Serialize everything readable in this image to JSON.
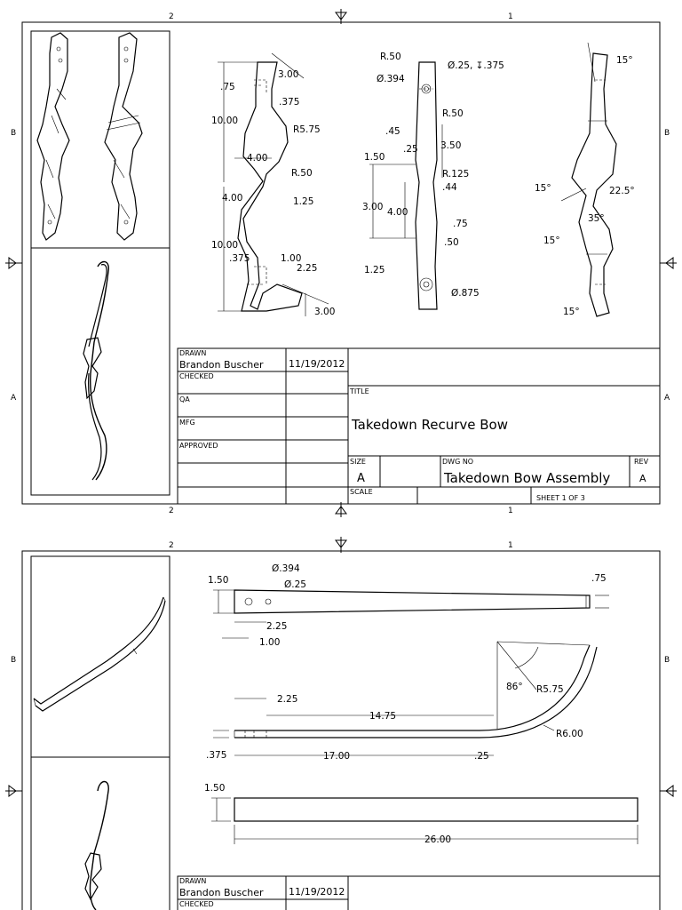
{
  "zones": {
    "col2": "2",
    "col1": "1",
    "rowB": "B",
    "rowA": "A"
  },
  "sheet1": {
    "title_block": {
      "drawn_label": "DRAWN",
      "drawn_name": "Brandon Buscher",
      "drawn_date": "11/19/2012",
      "checked_label": "CHECKED",
      "qa_label": "QA",
      "mfg_label": "MFG",
      "approved_label": "APPROVED",
      "title_label": "TITLE",
      "title": "Takedown Recurve Bow",
      "size_label": "SIZE",
      "size": "A",
      "dwgno_label": "DWG NO",
      "dwgno": "Takedown Bow Assembly",
      "rev_label": "REV",
      "rev": "A",
      "scale_label": "SCALE",
      "sheet": "SHEET 1  OF 3"
    },
    "dims_side": [
      "3.00",
      ".75",
      ".375",
      "10.00",
      "R5.75",
      "4.00",
      "R.50",
      "4.00",
      "1.25",
      "10.00",
      ".375",
      "1.00",
      "2.25",
      "3.00"
    ],
    "dims_front": [
      "R.50",
      "Ø.25, ↧.375",
      "Ø.394",
      "R.50",
      ".45",
      "3.50",
      "1.50",
      ".25",
      "R.125",
      ".44",
      "3.00",
      "4.00",
      ".75",
      ".50",
      "1.25",
      "Ø.875"
    ],
    "dims_angles": [
      "15°",
      "15°",
      "22.5°",
      "35°",
      "15°",
      "15°"
    ]
  },
  "sheet2": {
    "title_block": {
      "drawn_label": "DRAWN",
      "drawn_name": "Brandon Buscher",
      "drawn_date": "11/19/2012",
      "checked_label": "CHECKED"
    },
    "dims_limb_top": [
      "1.50",
      "Ø.394",
      "Ø.25",
      ".75",
      "2.25",
      "1.00"
    ],
    "dims_limb_side": [
      "2.25",
      "14.75",
      "86°",
      "R5.75",
      "R6.00",
      ".375",
      "17.00",
      ".25"
    ],
    "dims_bar": [
      "1.50",
      "26.00"
    ]
  }
}
